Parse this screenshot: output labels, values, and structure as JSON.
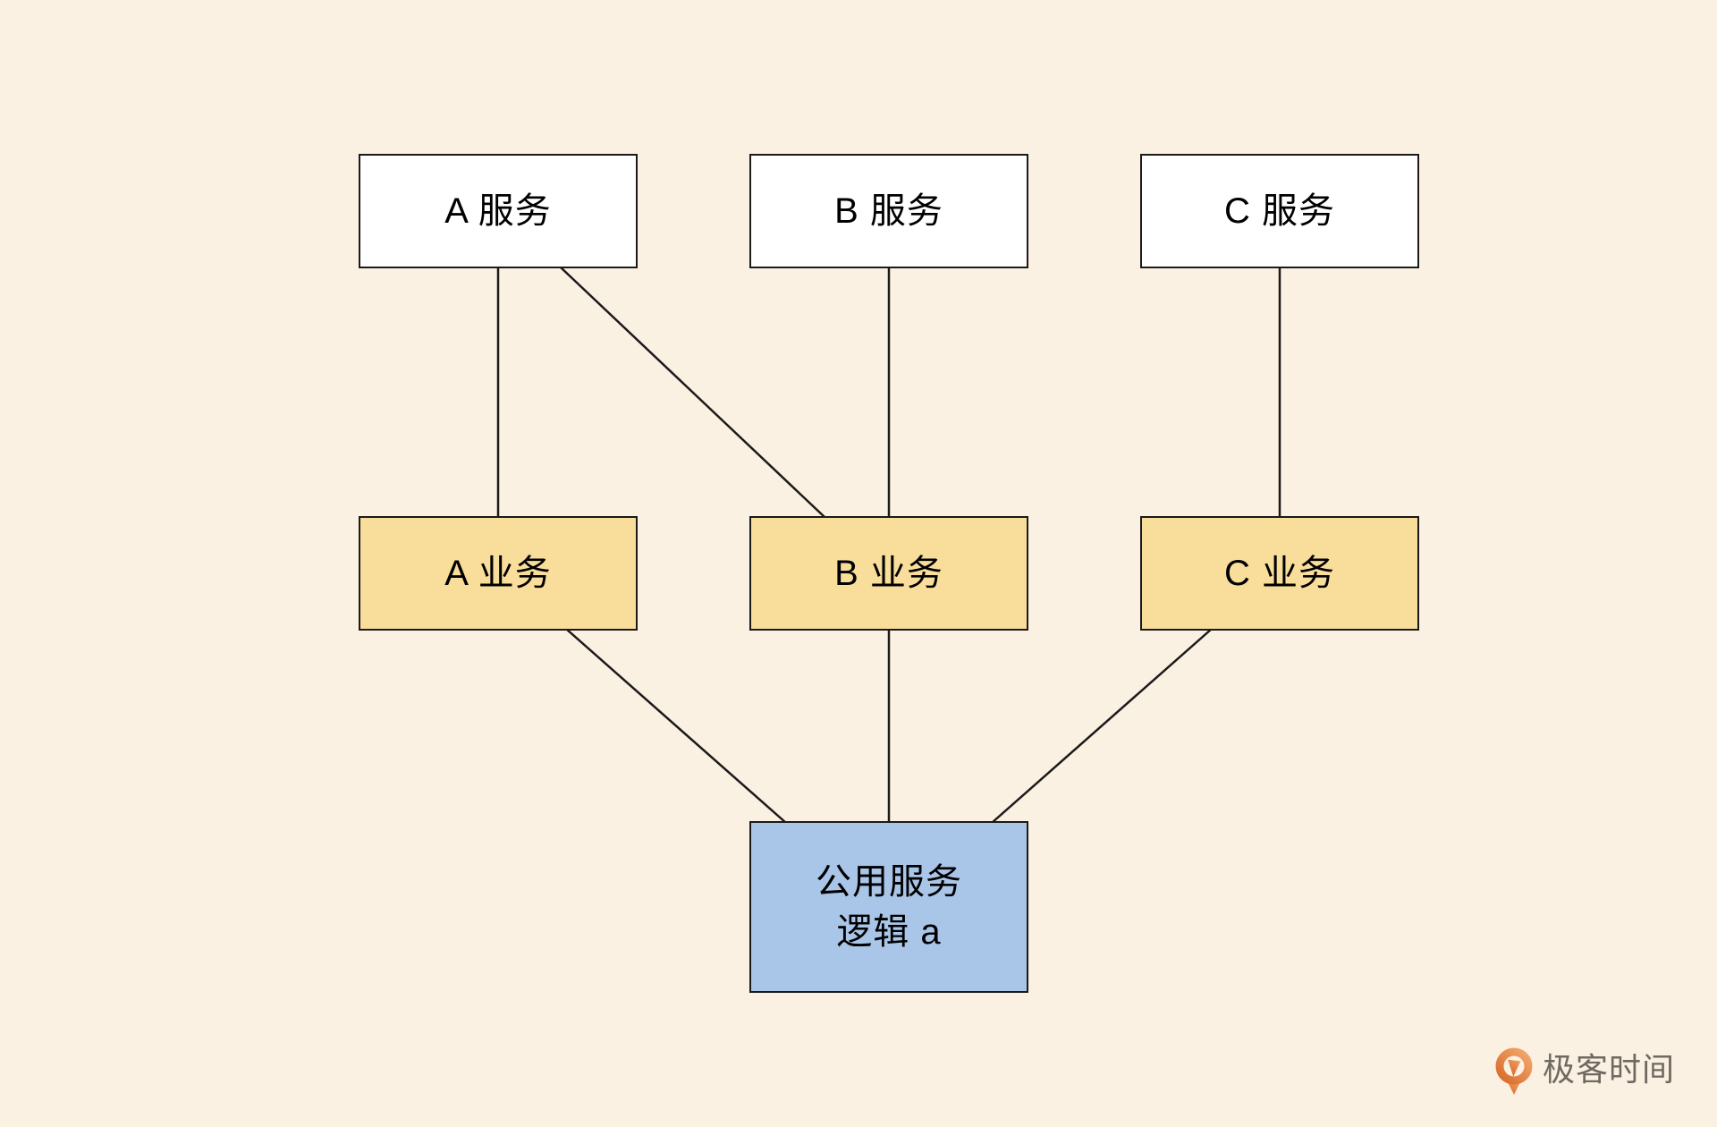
{
  "page": {
    "background_color": "#fbf1e2"
  },
  "diagram": {
    "nodes": [
      {
        "id": "service-a",
        "label": "A 服务",
        "type": "service",
        "fill": "#ffffff"
      },
      {
        "id": "service-b",
        "label": "B 服务",
        "type": "service",
        "fill": "#ffffff"
      },
      {
        "id": "service-c",
        "label": "C 服务",
        "type": "service",
        "fill": "#ffffff"
      },
      {
        "id": "business-a",
        "label": "A 业务",
        "type": "business",
        "fill": "#f8dd9b"
      },
      {
        "id": "business-b",
        "label": "B 业务",
        "type": "business",
        "fill": "#f8dd9b"
      },
      {
        "id": "business-c",
        "label": "C 业务",
        "type": "business",
        "fill": "#f8dd9b"
      },
      {
        "id": "common-logic",
        "label": "公用服务\n逻辑 a",
        "type": "common",
        "fill": "#a9c5e8"
      }
    ],
    "edges": [
      {
        "from": "service-a",
        "to": "business-a"
      },
      {
        "from": "service-a",
        "to": "business-b"
      },
      {
        "from": "service-b",
        "to": "business-b"
      },
      {
        "from": "service-c",
        "to": "business-c"
      },
      {
        "from": "business-a",
        "to": "common-logic"
      },
      {
        "from": "business-b",
        "to": "common-logic"
      },
      {
        "from": "business-c",
        "to": "common-logic"
      }
    ],
    "colors": {
      "node_border": "#1a1a1a",
      "edge_line": "#1a1a1a",
      "node_text": "#000000"
    }
  },
  "watermark": {
    "brand": "极客时间",
    "text_color": "#6f6961",
    "icon": "geektime-pin-icon",
    "icon_gradient": [
      "#d96a2c",
      "#f2a96c"
    ]
  }
}
